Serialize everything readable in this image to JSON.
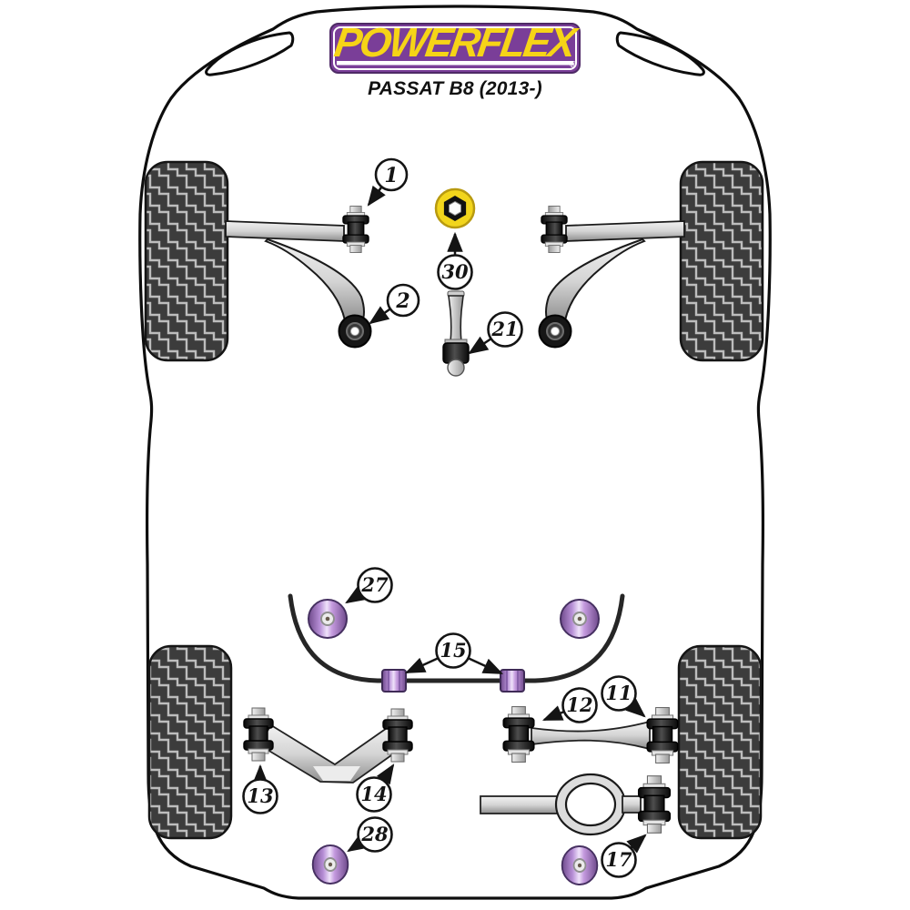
{
  "header": {
    "brand": "POWERFLEX",
    "registered": "®",
    "model": "PASSAT B8 (2013-)"
  },
  "callouts": [
    {
      "number": "1"
    },
    {
      "number": "2"
    },
    {
      "number": "30"
    },
    {
      "number": "21"
    },
    {
      "number": "27"
    },
    {
      "number": "15"
    },
    {
      "number": "12"
    },
    {
      "number": "11"
    },
    {
      "number": "13"
    },
    {
      "number": "14"
    },
    {
      "number": "28"
    },
    {
      "number": "17"
    }
  ],
  "colors": {
    "brand_purple": "#7a3e98",
    "brand_yellow": "#f6d417",
    "bush_purple": "#a678c9",
    "insert_yellow": "#f2d51c",
    "tire_dark": "#3d3d3d",
    "outline_black": "#0d0d0d"
  }
}
